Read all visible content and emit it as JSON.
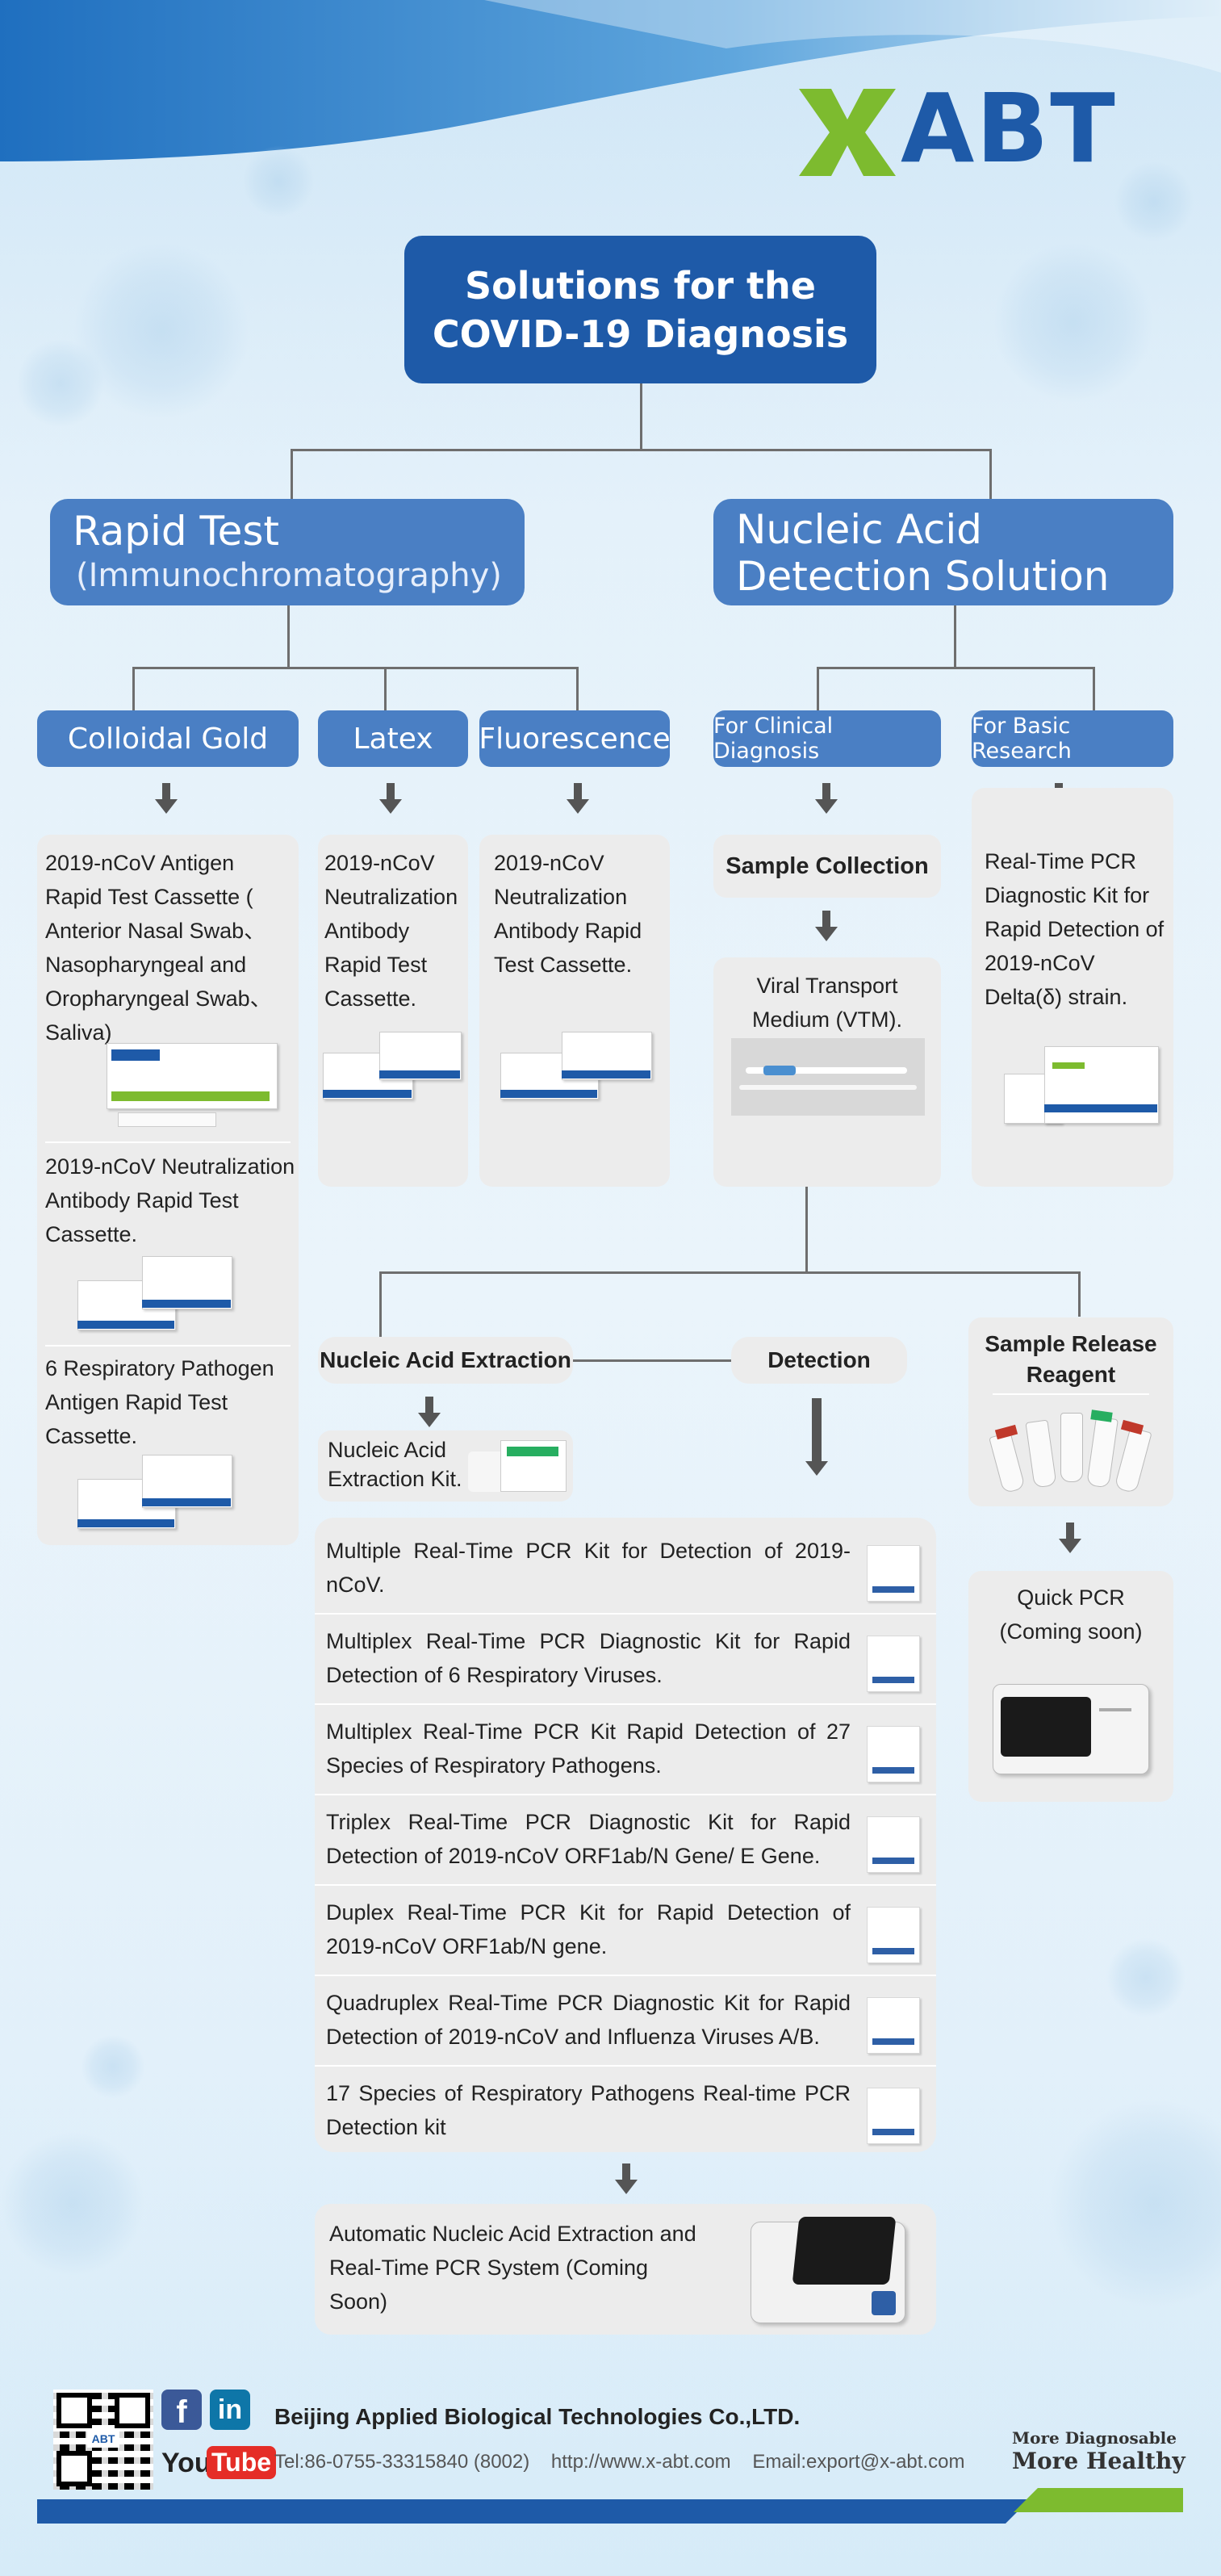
{
  "brand": {
    "logo_text": "ABT",
    "logo_x_color": "#7dbb2f",
    "logo_text_color": "#1e5aa8"
  },
  "title": {
    "line1": "Solutions for the",
    "line2": "COVID-19 Diagnosis"
  },
  "rapid": {
    "title": "Rapid Test",
    "subtitle": "(Immunochromatography)",
    "branches": [
      "Colloidal Gold",
      "Latex",
      "Fluorescence"
    ],
    "colloidal_items": [
      "2019-nCoV Antigen Rapid Test Cassette ( Anterior Nasal Swab、Nasopharyngeal and Oropharyngeal Swab、Saliva)",
      "2019-nCoV Neutralization Antibody Rapid Test Cassette.",
      "6 Respiratory Pathogen Antigen Rapid Test Cassette."
    ],
    "latex_item": "2019-nCoV Neutralization Antibody Rapid Test Cassette.",
    "fluorescence_item": "2019-nCoV Neutralization Antibody Rapid Test Cassette."
  },
  "nucleic": {
    "title_line1": "Nucleic Acid",
    "title_line2": "Detection Solution",
    "branches": [
      "For Clinical Diagnosis",
      "For Basic Research"
    ],
    "sample_collection": "Sample Collection",
    "vtm": "Viral Transport Medium (VTM).",
    "research_item": "Real-Time PCR Diagnostic Kit for Rapid Detection of 2019-nCoV Delta(δ) strain.",
    "extraction_label": "Nucleic Acid Extraction",
    "detection_label": "Detection",
    "extraction_kit": "Nucleic Acid Extraction Kit.",
    "sample_release": "Sample Release Reagent",
    "quick_pcr": "Quick PCR (Coming soon)",
    "detection_items": [
      "Multiple Real-Time PCR Kit for Detection of 2019-nCoV.",
      "Multiplex Real-Time PCR Diagnostic Kit for Rapid Detection of 6 Respiratory Viruses.",
      "Multiplex Real-Time PCR Kit Rapid Detection of 27 Species of Respiratory Pathogens.",
      "Triplex Real-Time PCR Diagnostic Kit for Rapid Detection of 2019-nCoV ORF1ab/N Gene/ E Gene.",
      "Duplex Real-Time PCR Kit for Rapid Detection of 2019-nCoV ORF1ab/N gene.",
      "Quadruplex Real-Time PCR Diagnostic Kit for Rapid Detection of 2019-nCoV and Influenza Viruses A/B.",
      "17 Species of Respiratory Pathogens Real-time PCR Detection kit"
    ],
    "automatic_system": "Automatic Nucleic Acid Extraction and Real-Time PCR System (Coming Soon)"
  },
  "footer": {
    "company": "Beijing Applied Biological Technologies Co.,LTD.",
    "contact": "Tel:86-0755-33315840 (8002)    http://www.x-abt.com    Email:export@x-abt.com",
    "slogan_line1": "More Diagnosable",
    "slogan_line2": "More Healthy",
    "youtube_label_1": "You",
    "youtube_label_2": "Tube",
    "linkedin_label": "in",
    "facebook_label": "f",
    "qr_center": "ABT"
  }
}
